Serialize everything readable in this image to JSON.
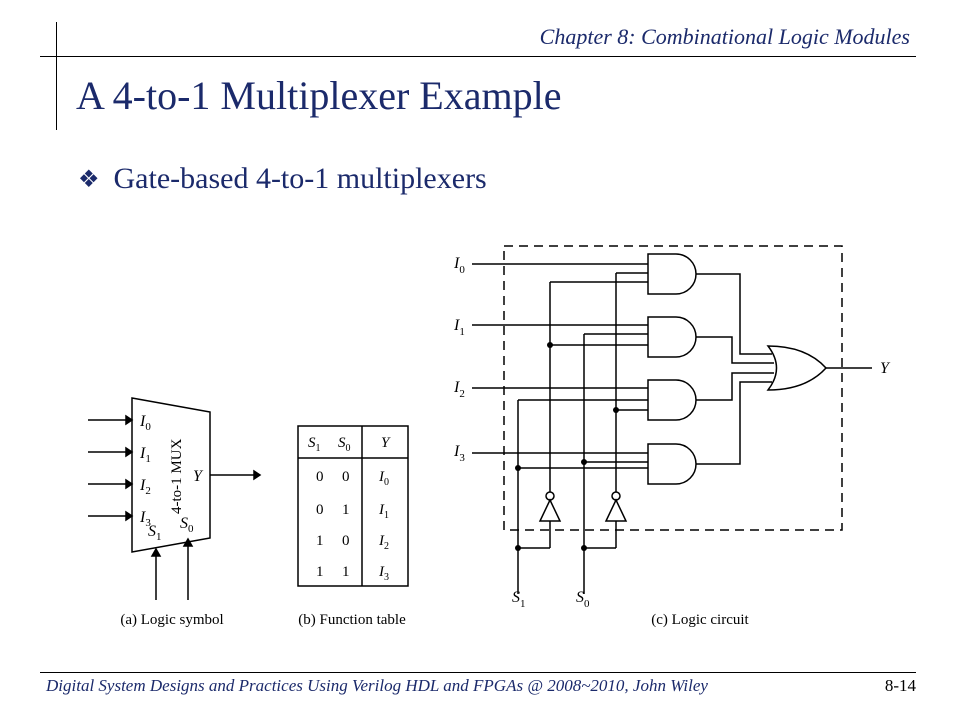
{
  "header": {
    "chapter": "Chapter 8: Combinational Logic Modules",
    "title": "A 4-to-1 Multiplexer Example"
  },
  "bullet": {
    "icon": "diamond-bullet-icon",
    "text": "Gate-based 4-to-1 multiplexers"
  },
  "symbol": {
    "block_label": "4-to-1 MUX",
    "inputs": [
      "I",
      "I",
      "I",
      "I"
    ],
    "input_subs": [
      "0",
      "1",
      "2",
      "3"
    ],
    "output": "Y",
    "selects": [
      "S",
      "S"
    ],
    "select_subs": [
      "1",
      "0"
    ],
    "caption": "(a) Logic symbol"
  },
  "function_table": {
    "headers": [
      "S",
      "S",
      "Y"
    ],
    "header_subs": [
      "1",
      "0",
      ""
    ],
    "rows": [
      {
        "s1": "0",
        "s0": "0",
        "y": "I",
        "y_sub": "0"
      },
      {
        "s1": "0",
        "s0": "1",
        "y": "I",
        "y_sub": "1"
      },
      {
        "s1": "1",
        "s0": "0",
        "y": "I",
        "y_sub": "2"
      },
      {
        "s1": "1",
        "s0": "1",
        "y": "I",
        "y_sub": "3"
      }
    ],
    "caption": "(b) Function table"
  },
  "circuit": {
    "inputs": [
      "I",
      "I",
      "I",
      "I"
    ],
    "input_subs": [
      "0",
      "1",
      "2",
      "3"
    ],
    "output": "Y",
    "selects": [
      "S",
      "S"
    ],
    "select_subs": [
      "1",
      "0"
    ],
    "caption": "(c) Logic circuit"
  },
  "footer": {
    "text": "Digital System Designs and Practices Using Verilog HDL and FPGAs @ 2008~2010, John Wiley",
    "page": "8-14"
  }
}
